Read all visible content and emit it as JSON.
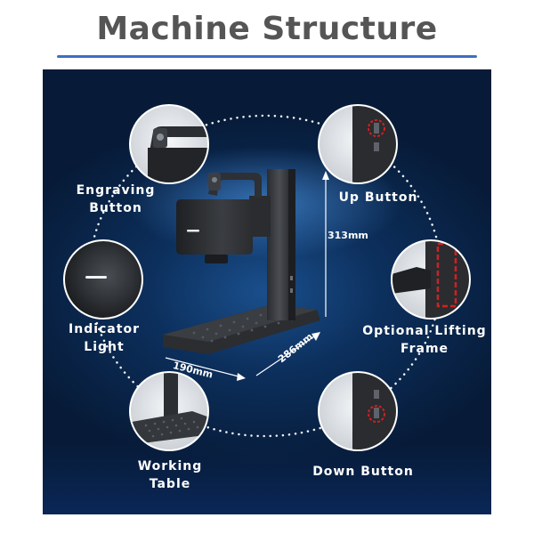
{
  "header": {
    "title": "Machine Structure",
    "accent_color": "#3d6fc4"
  },
  "callouts": {
    "engraving_button": "Engraving\nButton",
    "up_button": "Up Button",
    "indicator_light": "Indicator\nLight",
    "optional_lifting_frame": "Optional Lifting\nFrame",
    "working_table": "Working\nTable",
    "down_button": "Down Button"
  },
  "dimensions": {
    "height": "313mm",
    "width": "190mm",
    "depth": "286mm"
  },
  "colors": {
    "panel_dark": "#071b38",
    "panel_mid": "#1a4f8c",
    "highlight_red": "#d22020",
    "dotted_line": "#ffffff"
  }
}
